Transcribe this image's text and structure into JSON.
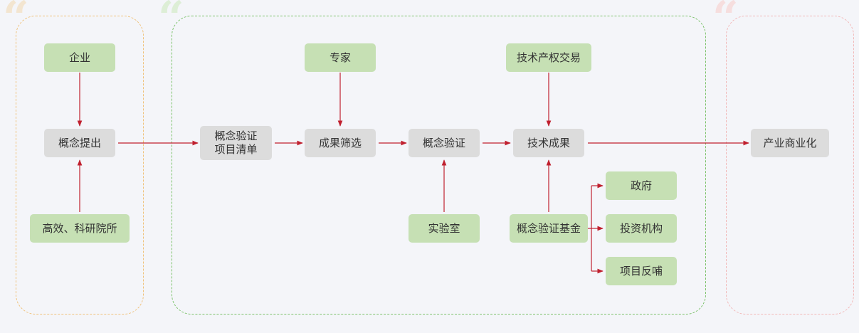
{
  "colors": {
    "left_border": "#f0c27b",
    "middle_border": "#7cc26b",
    "right_border": "#f2b8b8",
    "left_quote": "#f3e5d0",
    "middle_quote": "#ddeed6",
    "right_quote": "#f6dede",
    "green_node": "#c6e0b4",
    "gray_node": "#dcdcdc",
    "arrow": "#c0202f",
    "background": "#f4f5f9"
  },
  "nodes": {
    "enterprise": "企业",
    "concept_proposal": "概念提出",
    "universities": "高效、科研院所",
    "poc_list_line1": "概念验证",
    "poc_list_line2": "项目清单",
    "experts": "专家",
    "result_screening": "成果筛选",
    "concept_validation": "概念验证",
    "laboratory": "实验室",
    "ip_trading": "技术产权交易",
    "tech_results": "技术成果",
    "poc_fund": "概念验证基金",
    "government": "政府",
    "investors": "投资机构",
    "project_feedback": "项目反哺",
    "industrialization": "产业商业化"
  }
}
